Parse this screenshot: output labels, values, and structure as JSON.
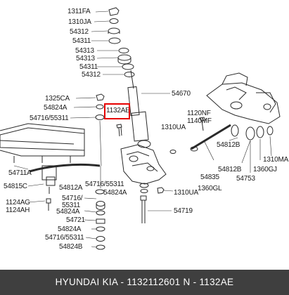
{
  "colors": {
    "caption_bg": "#3f3f3f",
    "highlight": "#e60000",
    "ink": "#1b1b1b"
  },
  "labels": {
    "p1311fa": "1311FA",
    "p1310ja": "1310JA",
    "p54312_top": "54312",
    "p54311_top": "54311",
    "p54313a": "54313",
    "p54313b": "54313",
    "p54311_mid": "54311",
    "p54312_mid": "54312",
    "p1325ca": "1325CA",
    "p54670": "54670",
    "p54824a_1": "54824A",
    "p1132ae": "1132AE",
    "p54716_55311_a": "54716/55311",
    "p1120nf": "1120NF",
    "p1140mf": "1140MF",
    "p1310ua_1": "1310UA",
    "p54812b": "54812B",
    "p1310ma": "1310MA",
    "p54711a": "54711A",
    "p54812b_2": "54812B",
    "p1360gj": "1360GJ",
    "p54835": "54835",
    "p54753": "54753",
    "p54815c": "54815C",
    "p54812a": "54812A",
    "p54716_55311_b": "54716/55311",
    "p54824a_2": "54824A",
    "p1310ua_2": "1310UA",
    "p1360gl": "1360GL",
    "p1124ag": "1124AG",
    "p1124ah": "1124AH",
    "p54716_55311_c": "54716/",
    "p55311_c": "55311",
    "p54824a_3": "54824A",
    "p54719": "54719",
    "p54721": "54721",
    "p54824a_4": "54824A",
    "p54716_55311_d": "54716/55311",
    "p54824b": "54824B"
  },
  "caption": "HYUNDAI  KIA - 1132112601      N - 1132AE"
}
